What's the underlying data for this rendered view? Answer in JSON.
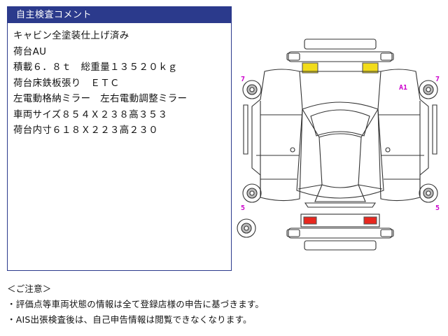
{
  "panel": {
    "title": "自主検査コメント",
    "lines": [
      "キャビン全塗装仕上げ済み",
      "荷台AU",
      "積載６．８ｔ　総重量１３５２０ｋｇ",
      "荷台床鉄板張り　ＥＴＣ",
      "左電動格納ミラー　左右電動調整ミラー",
      "車両サイズ８５４Ｘ２３８高３５３",
      "荷台内寸６１８Ｘ２２３高２３０"
    ]
  },
  "diagram": {
    "marks": {
      "left_front": "7",
      "right_front": "7",
      "front_right_detail": "A1",
      "left_rear": "5",
      "right_rear": "5"
    },
    "colors": {
      "front_lamp": "#f2dc1a",
      "rear_lamp": "#e8271e",
      "outline": "#333333",
      "mark": "#cc00cc"
    }
  },
  "notice": {
    "heading": "＜ご注意＞",
    "lines": [
      "・評価点等車両状態の情報は全て登録店様の申告に基づきます。",
      "・AIS出張検査後は、自己申告情報は閲覧できなくなります。"
    ]
  }
}
